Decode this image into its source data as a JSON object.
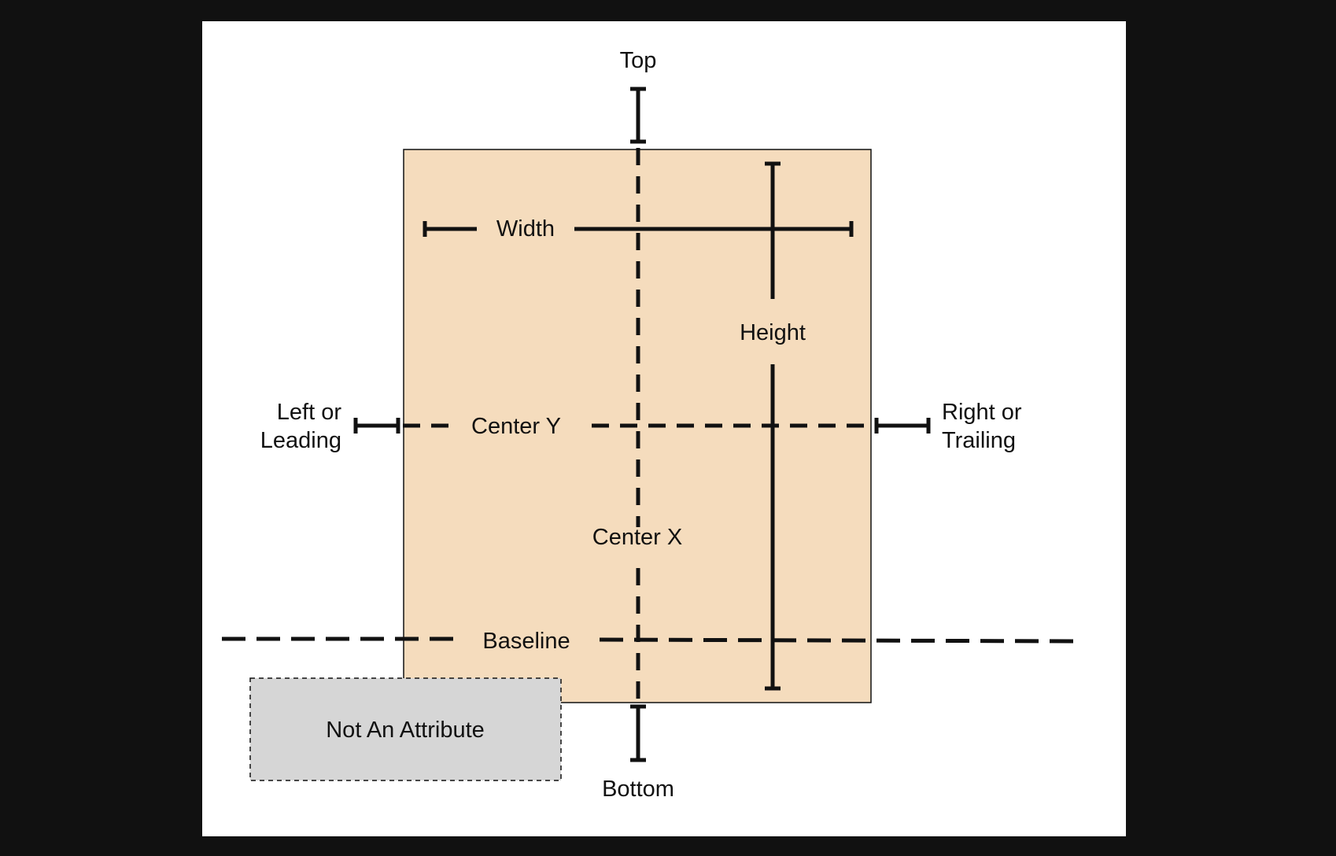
{
  "diagram": {
    "labels": {
      "top": "Top",
      "bottom": "Bottom",
      "width": "Width",
      "height": "Height",
      "center_x": "Center X",
      "center_y": "Center Y",
      "baseline": "Baseline",
      "left_line1": "Left or",
      "left_line2": "Leading",
      "right_line1": "Right or",
      "right_line2": "Trailing",
      "not_attribute": "Not An Attribute"
    },
    "colors": {
      "background": "#111111",
      "panel": "#ffffff",
      "view_fill": "#f5dcbd",
      "not_attribute_fill": "#d6d6d6",
      "stroke": "#111111"
    }
  }
}
